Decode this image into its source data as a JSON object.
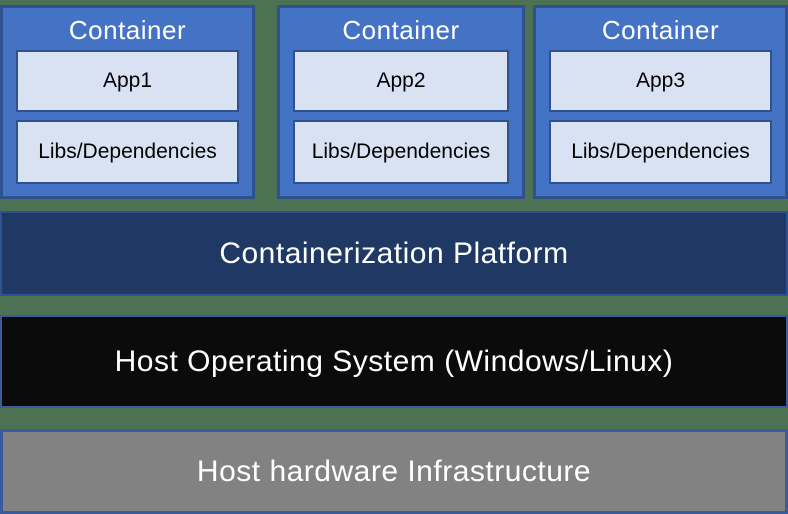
{
  "diagram": {
    "title_semantic": "containerization-architecture-diagram",
    "containers": [
      {
        "title": "Container",
        "app_label": "App1",
        "libs_label": "Libs/Dependencies"
      },
      {
        "title": "Container",
        "app_label": "App2",
        "libs_label": "Libs/Dependencies"
      },
      {
        "title": "Container",
        "app_label": "App3",
        "libs_label": "Libs/Dependencies"
      }
    ],
    "layers": [
      {
        "label": "Containerization Platform",
        "fill": "#1F3864",
        "text_color": "#FFFFFF"
      },
      {
        "label": "Host Operating System (Windows/Linux)",
        "fill": "#0B0B0B",
        "text_color": "#FFFFFF"
      },
      {
        "label": "Host hardware Infrastructure",
        "fill": "#828282",
        "text_color": "#FFFFFF"
      }
    ],
    "colors": {
      "background_green": "#4D7153",
      "container_fill": "#4472C4",
      "container_border": "#2F528F",
      "inner_box_fill": "#D9E2F3",
      "inner_box_border": "#2F528F",
      "bar_border_blue": "#3A5A9E",
      "container_title_text": "#FFFFFF",
      "inner_box_text": "#000000"
    }
  }
}
